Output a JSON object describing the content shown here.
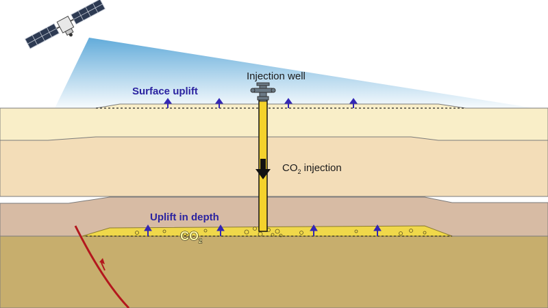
{
  "labels": {
    "injection_well": "Injection well",
    "surface_uplift": "Surface uplift",
    "co2_injection_main": "CO",
    "co2_injection_sub": "2",
    "co2_injection_rest": " injection",
    "uplift_in_depth": "Uplift in depth",
    "co2_reservoir_main": "CO",
    "co2_reservoir_sub": "2"
  },
  "colors": {
    "sky_beam": "#5aa7d8",
    "layer_top": "#f9eec8",
    "layer_second": "#f3ddb8",
    "layer_third": "#d7bba4",
    "layer_base": "#c7ae6d",
    "reservoir": "#f0d84a",
    "uplift_text": "#2b23a0",
    "arrow_blue": "#3326b5",
    "fault": "#b3171d",
    "well": "#f4d22c"
  },
  "icons": [
    "satellite-icon",
    "wellhead-icon",
    "down-arrow-icon",
    "up-arrow-icon",
    "fault-arrow-icon"
  ]
}
